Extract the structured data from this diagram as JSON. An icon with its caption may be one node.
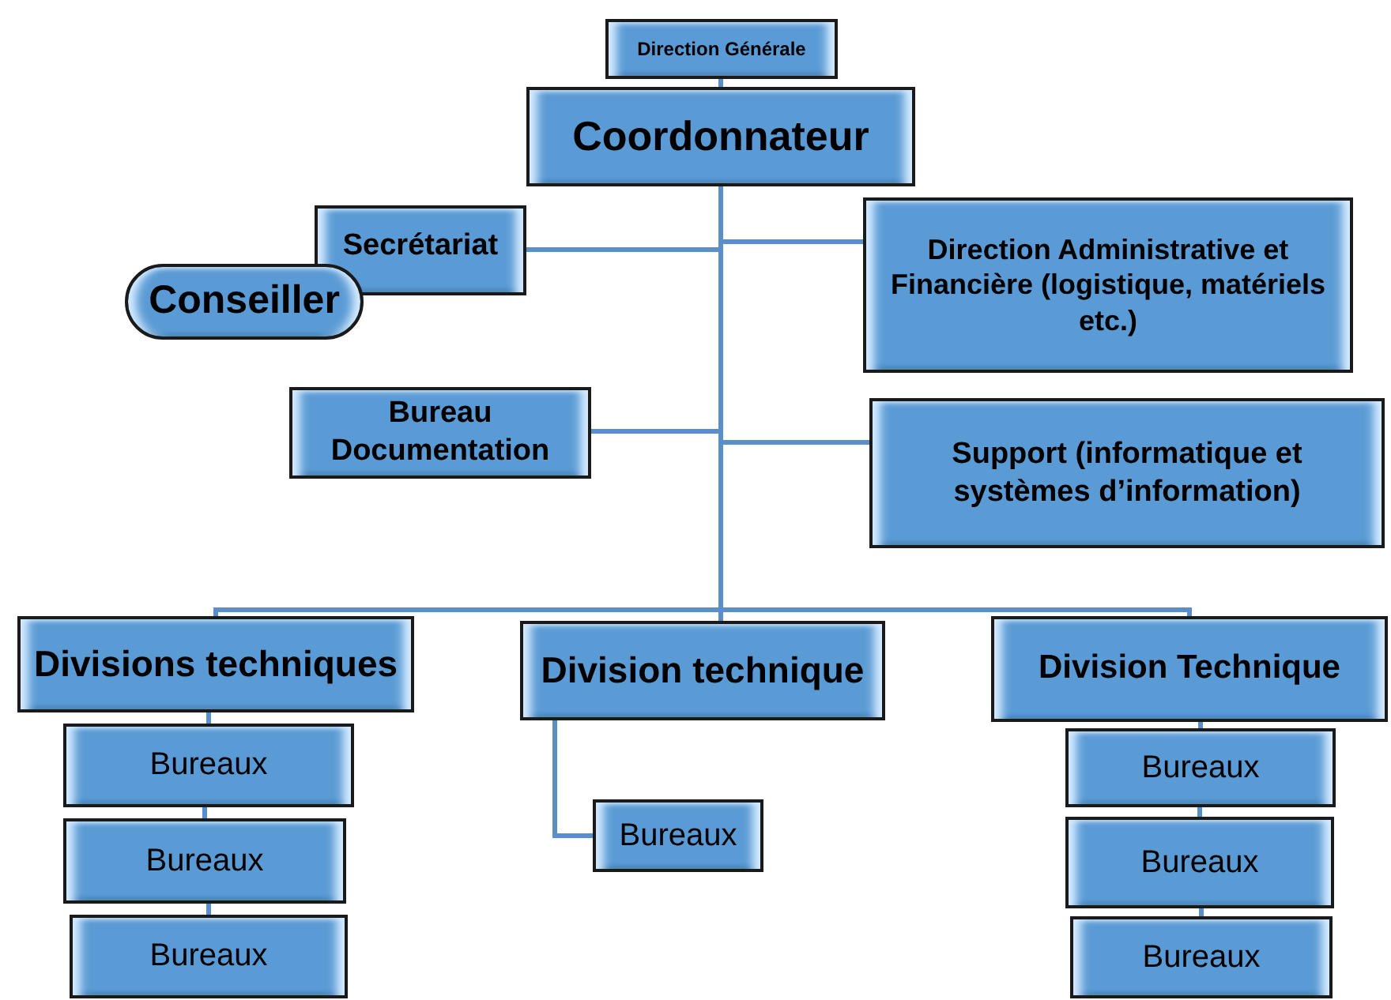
{
  "diagram": {
    "nodes": [
      {
        "text": [
          "Direction Générale"
        ]
      },
      {
        "text": [
          "Coordonnateur"
        ]
      },
      {
        "text": [
          "Secrétariat"
        ]
      },
      {
        "text": [
          "Conseiller"
        ]
      },
      {
        "text": [
          "Direction Administrative et Financière (logistique, matériels etc.)"
        ]
      },
      {
        "text": [
          "Bureau Documentation"
        ]
      },
      {
        "text": [
          "Support  (informatique et systèmes d’information)"
        ]
      },
      {
        "text": [
          "Divisions techniques"
        ]
      },
      {
        "text": [
          "Division technique"
        ]
      },
      {
        "text": [
          "Division Technique"
        ]
      },
      {
        "text": [
          "Bureaux"
        ]
      },
      {
        "text": [
          "Bureaux"
        ]
      },
      {
        "text": [
          "Bureaux"
        ]
      },
      {
        "text": [
          "Bureaux"
        ]
      },
      {
        "text": [
          "Bureaux"
        ]
      },
      {
        "text": [
          "Bureaux"
        ]
      },
      {
        "text": [
          "Bureaux"
        ]
      }
    ],
    "edges": [
      {
        "from": 0,
        "to": 1,
        "arrow": "none"
      },
      {
        "from": 1,
        "to": 2,
        "arrow": "none"
      },
      {
        "from": 1,
        "to": 4,
        "arrow": "none"
      },
      {
        "from": 1,
        "to": 5,
        "arrow": "none"
      },
      {
        "from": 1,
        "to": 6,
        "arrow": "none"
      },
      {
        "from": 1,
        "to": 7,
        "arrow": "none"
      },
      {
        "from": 1,
        "to": 8,
        "arrow": "none"
      },
      {
        "from": 1,
        "to": 9,
        "arrow": "none"
      },
      {
        "from": 7,
        "to": 10,
        "arrow": "none"
      },
      {
        "from": 10,
        "to": 11,
        "arrow": "none"
      },
      {
        "from": 11,
        "to": 12,
        "arrow": "none"
      },
      {
        "from": 8,
        "to": 13,
        "arrow": "none"
      },
      {
        "from": 9,
        "to": 14,
        "arrow": "none"
      },
      {
        "from": 14,
        "to": 15,
        "arrow": "none"
      },
      {
        "from": 15,
        "to": 16,
        "arrow": "none"
      }
    ]
  }
}
